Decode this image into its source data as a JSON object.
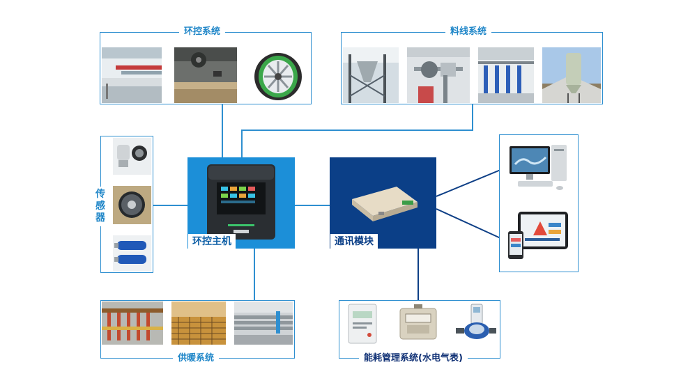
{
  "sections": {
    "env": {
      "title": "环控系统"
    },
    "feed": {
      "title": "料线系统"
    },
    "sensor": {
      "title_chars": [
        "传",
        "感",
        "器"
      ]
    },
    "heat": {
      "title": "供暖系统"
    },
    "energy": {
      "title": "能耗管理系统(水电气表)"
    }
  },
  "hubs": {
    "controller": {
      "label": "环控主机",
      "bg": "#1c8fd8",
      "label_color": "#0e5fa6"
    },
    "comm": {
      "label": "通讯模块",
      "bg": "#0b3f87",
      "label_color": "#0b3f87"
    }
  },
  "colors": {
    "frame": "#2e8fd0",
    "connector_light": "#2e8fd0",
    "connector_dark": "#0e3f86"
  }
}
